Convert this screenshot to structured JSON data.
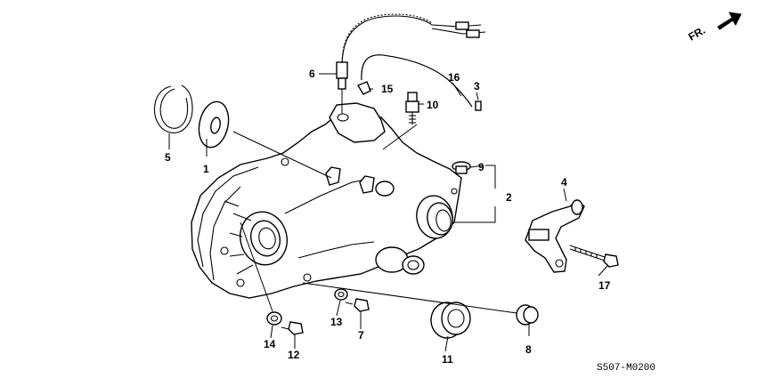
{
  "diagram": {
    "code": "S507-M0200",
    "direction_label": "FR.",
    "callouts": [
      {
        "id": "1",
        "label": "1"
      },
      {
        "id": "2",
        "label": "2"
      },
      {
        "id": "3",
        "label": "3"
      },
      {
        "id": "4",
        "label": "4"
      },
      {
        "id": "5",
        "label": "5"
      },
      {
        "id": "6",
        "label": "6"
      },
      {
        "id": "7",
        "label": "7"
      },
      {
        "id": "8",
        "label": "8"
      },
      {
        "id": "9",
        "label": "9"
      },
      {
        "id": "10",
        "label": "10"
      },
      {
        "id": "11",
        "label": "11"
      },
      {
        "id": "12",
        "label": "12"
      },
      {
        "id": "13",
        "label": "13"
      },
      {
        "id": "14",
        "label": "14"
      },
      {
        "id": "15",
        "label": "15"
      },
      {
        "id": "16",
        "label": "16"
      },
      {
        "id": "17",
        "label": "17"
      }
    ]
  }
}
